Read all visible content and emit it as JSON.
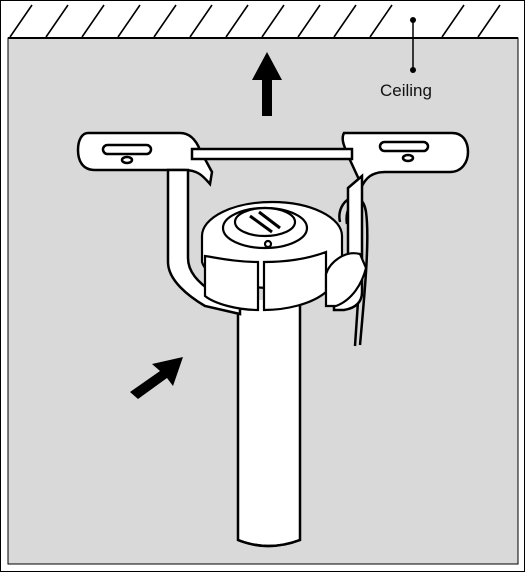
{
  "diagram": {
    "labels": {
      "ceiling": "Ceiling"
    },
    "arrows": [
      {
        "name": "lift-up-arrow",
        "direction": "up"
      },
      {
        "name": "insert-arrow",
        "direction": "up-right"
      }
    ],
    "colors": {
      "background": "#d9d9d9",
      "ceiling_band": "#ffffff",
      "line": "#000000",
      "part_fill": "#ffffff"
    }
  }
}
